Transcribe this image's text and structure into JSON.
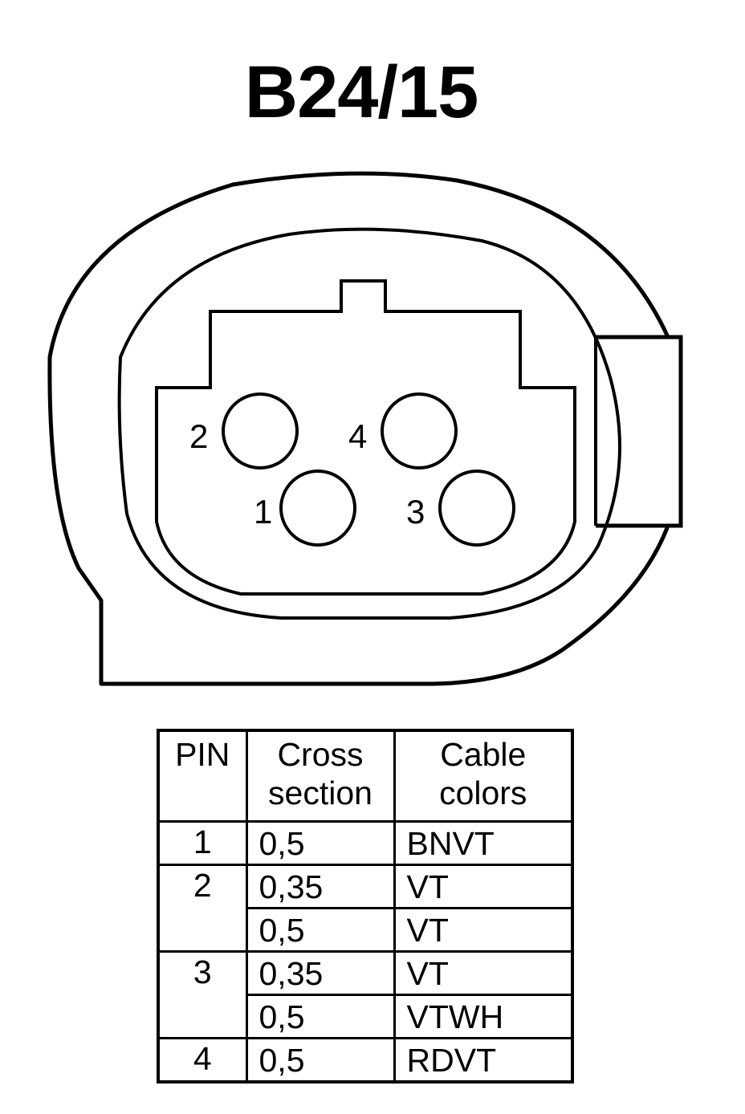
{
  "title": "B24/15",
  "connector": {
    "pin_labels": [
      "1",
      "2",
      "3",
      "4"
    ]
  },
  "table": {
    "headers": {
      "pin": "PIN",
      "cross_section": [
        "Cross",
        "section"
      ],
      "cable_colors": [
        "Cable",
        "colors"
      ]
    },
    "rows": [
      {
        "pin": "1",
        "cross_section": "0,5",
        "color": "BNVT"
      },
      {
        "pin": "2",
        "cross_section": "0,35",
        "color": "VT"
      },
      {
        "pin": "",
        "cross_section": "0,5",
        "color": "VT"
      },
      {
        "pin": "3",
        "cross_section": "0,35",
        "color": "VT"
      },
      {
        "pin": "",
        "cross_section": "0,5",
        "color": "VTWH"
      },
      {
        "pin": "4",
        "cross_section": "0,5",
        "color": "RDVT"
      }
    ]
  }
}
